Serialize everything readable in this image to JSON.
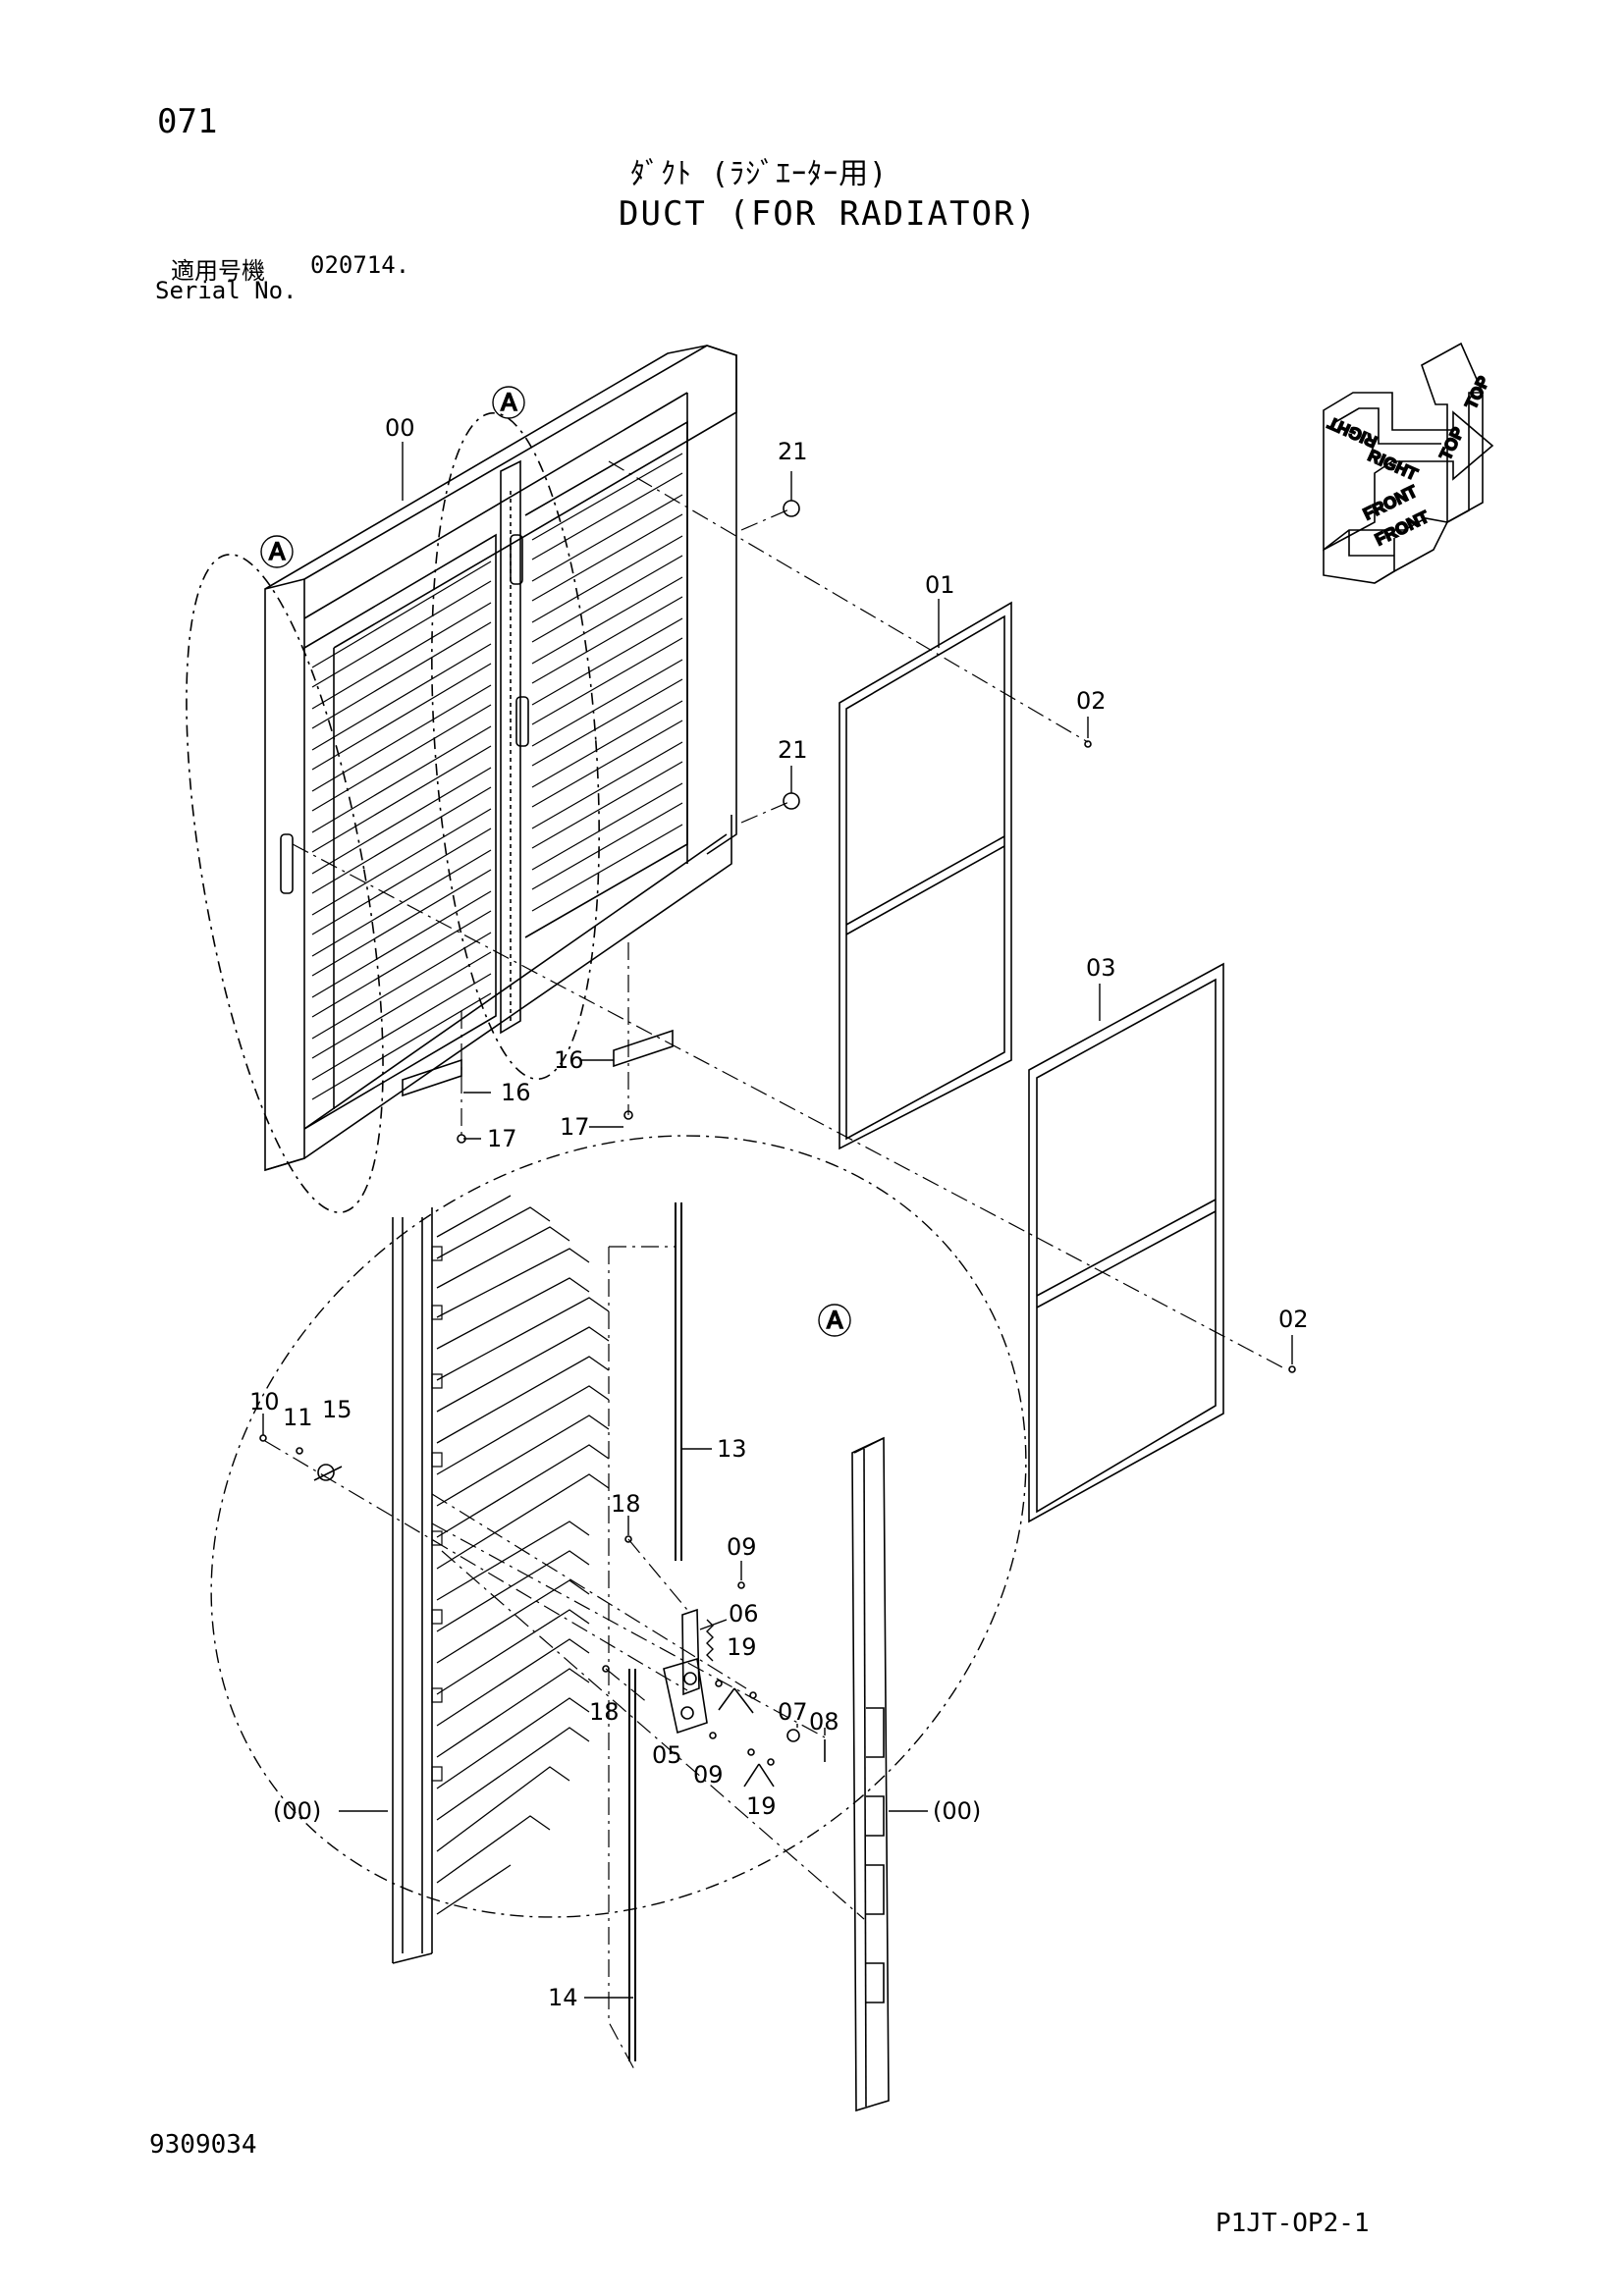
{
  "page_number": "071",
  "title_jp": "ﾀﾞｸﾄ (ﾗｼﾞｴｰﾀｰ用)",
  "title_en": "DUCT (FOR RADIATOR)",
  "serial": {
    "label_jp": "適用号機",
    "value": "020714.",
    "label_en": "Serial No."
  },
  "drawing_number": "9309034",
  "sheet_id": "P1JT-OP2-1",
  "orientation": {
    "top": "TOP",
    "right": "RIGHT",
    "front": "FRONT"
  },
  "detail_marker": "A",
  "callouts": {
    "c00": "00",
    "c01": "01",
    "c02a": "02",
    "c02b": "02",
    "c03": "03",
    "c21a": "21",
    "c21b": "21",
    "c16a": "16",
    "c16b": "16",
    "c17a": "17",
    "c17b": "17",
    "c10": "10",
    "c11": "11",
    "c15": "15",
    "c13": "13",
    "c18a": "18",
    "c18b": "18",
    "c09a": "09",
    "c09b": "09",
    "c06": "06",
    "c19a": "19",
    "c19b": "19",
    "c07": "07",
    "c08": "08",
    "c05": "05",
    "c14": "14",
    "c00L": "(00)",
    "c00R": "(00)"
  }
}
